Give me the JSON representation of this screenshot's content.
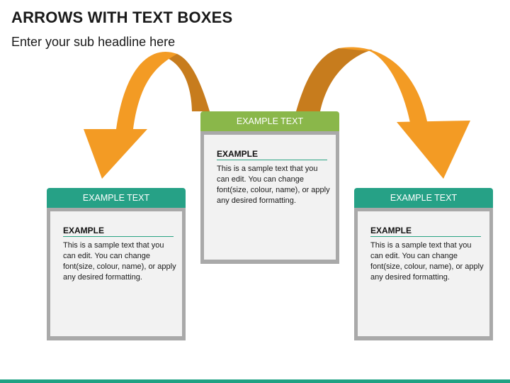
{
  "title": "ARROWS WITH TEXT BOXES",
  "subtitle": "Enter your sub headline here",
  "colors": {
    "arrow_orange": "#f39b24",
    "arrow_dark": "#c77c1d",
    "teal": "#26a186",
    "green": "#8ab74a",
    "frame": "#a9a9a9",
    "panel": "#f2f2f2"
  },
  "cards": [
    {
      "header": "EXAMPLE TEXT",
      "heading": "EXAMPLE",
      "body": "This is a sample text that you can edit. You can change font(size, colour, name), or apply any desired formatting."
    },
    {
      "header": "EXAMPLE TEXT",
      "heading": "EXAMPLE",
      "body": "This is a sample text that you can edit. You can change font(size, colour, name), or apply any desired formatting."
    },
    {
      "header": "EXAMPLE TEXT",
      "heading": "EXAMPLE",
      "body": "This is a sample text that you can edit. You can change font(size, colour, name), or apply any desired formatting."
    }
  ]
}
